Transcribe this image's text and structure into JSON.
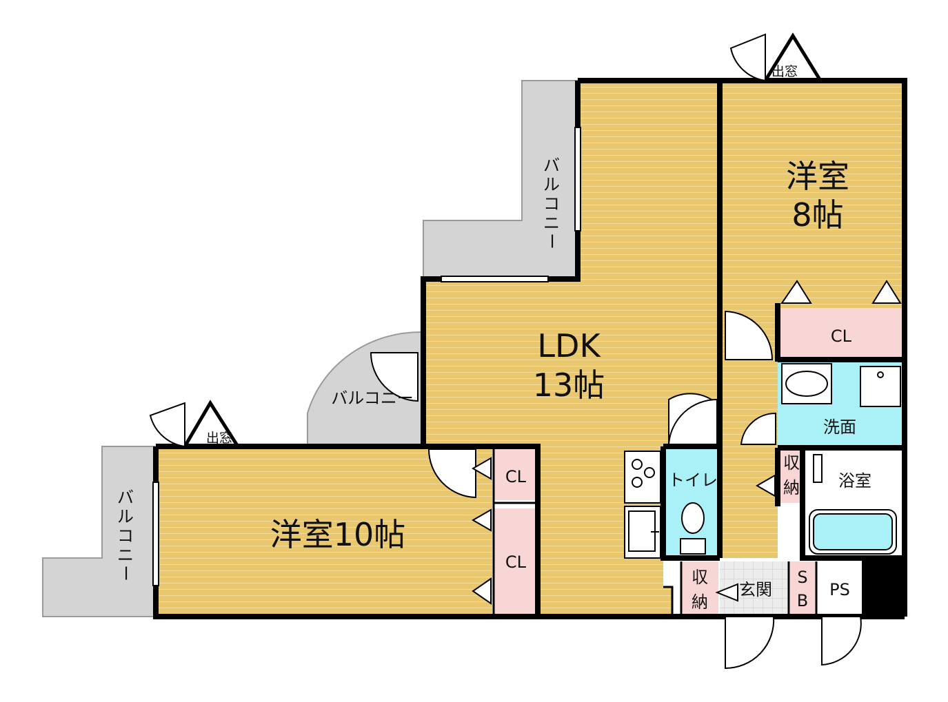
{
  "colors": {
    "floor": "#e8c76e",
    "floor_line": "#f1d994",
    "balcony": "#d4d4d4",
    "closet": "#f9d6d6",
    "wet_area": "#a9f1f6",
    "wall": "#000000",
    "entrance": "#e6e6e6"
  },
  "rooms": {
    "western_8": {
      "name": "洋室",
      "size": "8帖"
    },
    "ldk": {
      "name": "LDK",
      "size": "13帖"
    },
    "western_10": {
      "label": "洋室10帖"
    },
    "washroom": "洗面",
    "bathroom": "浴室",
    "toilet": "トイレ",
    "entrance": "玄関",
    "ps": "PS",
    "sb_s": "S",
    "sb_b": "B",
    "closet_top": "CL",
    "closet_a": "CL",
    "closet_b": "CL",
    "storage_hall_1": "収",
    "storage_hall_2": "納",
    "storage_entry_1": "収",
    "storage_entry_2": "納"
  },
  "balconies": {
    "top_1": "バ",
    "top_2": "ル",
    "top_3": "コ",
    "top_4": "ニ",
    "top_5": "ー",
    "round": "バルコニー",
    "left_1": "バ",
    "left_2": "ル",
    "left_3": "コ",
    "left_4": "ニ",
    "left_5": "ー"
  },
  "bay_windows": {
    "top": "出窓",
    "left": "出窓"
  },
  "icons": [
    "door-swing-icon",
    "sink-icon",
    "stove-icon",
    "toilet-icon",
    "bathtub-icon",
    "washbasin-icon",
    "washing-machine-icon"
  ]
}
